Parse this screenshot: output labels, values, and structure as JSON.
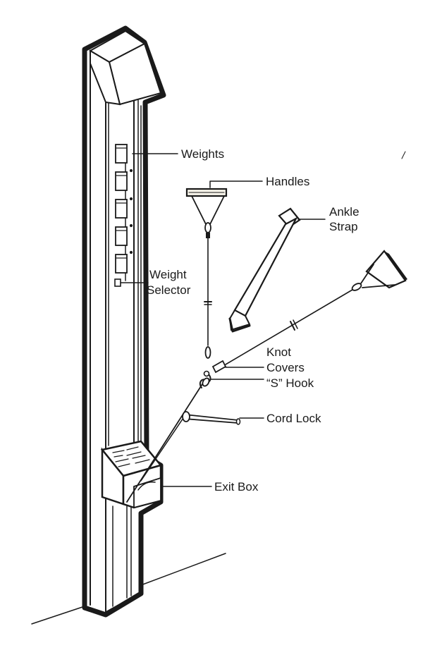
{
  "labels": {
    "weights": "Weights",
    "handles": "Handles",
    "ankle_strap_line1": "Ankle",
    "ankle_strap_line2": "Strap",
    "weight_selector_line1": "Weight",
    "weight_selector_line2": "Selector",
    "knot_covers_line1": "Knot",
    "knot_covers_line2": "Covers",
    "s_hook": "“S” Hook",
    "cord_lock": "Cord Lock",
    "exit_box": "Exit Box"
  },
  "colors": {
    "ink": "#1a1a1a",
    "paper": "#f7f4ea"
  }
}
